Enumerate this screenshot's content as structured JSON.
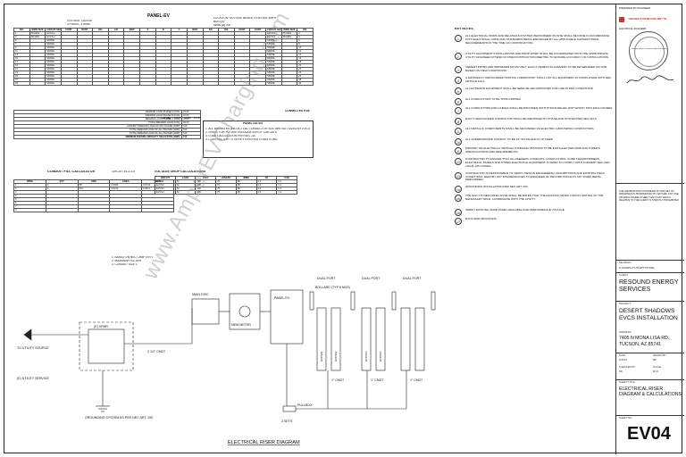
{
  "panel": {
    "title": "PANEL-EV",
    "voltage_label": "VOLTAGE:",
    "voltage": "120/208",
    "phase": "3 PHASE, 4 WIRE",
    "location": "LOCATION: OUTSIDE BESIDE EXISTING XMFR",
    "bus": "BUS (A):",
    "main": "MAIN (A):",
    "main_value": "200",
    "headers": [
      "NO.",
      "WIRE SIZE",
      "CIRCUIT DESCRIPTION",
      "CONT.",
      "NCNT",
      "M/L",
      "A/C",
      "BKR",
      "A",
      "B",
      "C",
      "BKR",
      "A/C",
      "M/L",
      "NCNT",
      "CONT.",
      "CIRCUIT DESCRIPTION",
      "WIRE SIZE",
      "NO."
    ],
    "rows": [
      [
        "1",
        "#8 AWG",
        "EVCS-1",
        "",
        "",
        "",
        "",
        "",
        "",
        "",
        "",
        "",
        "",
        "",
        "",
        "",
        "EVCS-1",
        "#8 AWG",
        "2"
      ],
      [
        "3",
        "#8 AWG",
        "EVCS-2",
        "",
        "",
        "",
        "",
        "",
        "",
        "",
        "",
        "",
        "",
        "",
        "",
        "",
        "EVCS-2",
        "#8 AWG",
        "4"
      ],
      [
        "5",
        "",
        "SPARE",
        "",
        "",
        "",
        "",
        "",
        "",
        "",
        "",
        "",
        "",
        "",
        "",
        "",
        "SPARE",
        "",
        "6"
      ],
      [
        "7",
        "",
        "SPARE",
        "",
        "",
        "",
        "",
        "",
        "",
        "",
        "",
        "",
        "",
        "",
        "",
        "",
        "SPARE",
        "",
        "8"
      ],
      [
        "9",
        "",
        "SPARE",
        "",
        "",
        "",
        "",
        "",
        "",
        "",
        "",
        "",
        "",
        "",
        "",
        "",
        "SPARE",
        "",
        "10"
      ],
      [
        "11",
        "",
        "SPARE",
        "",
        "",
        "",
        "",
        "",
        "",
        "",
        "",
        "",
        "",
        "",
        "",
        "",
        "SPARE",
        "",
        "12"
      ],
      [
        "13",
        "",
        "SPARE",
        "",
        "",
        "",
        "",
        "",
        "",
        "",
        "",
        "",
        "",
        "",
        "",
        "",
        "SPARE",
        "",
        "14"
      ],
      [
        "15",
        "",
        "SPARE",
        "",
        "",
        "",
        "",
        "",
        "",
        "",
        "",
        "",
        "",
        "",
        "",
        "",
        "SPARE",
        "",
        "16"
      ],
      [
        "17",
        "",
        "SPARE",
        "",
        "",
        "",
        "",
        "",
        "",
        "",
        "",
        "",
        "",
        "",
        "",
        "",
        "SPARE",
        "",
        "18"
      ],
      [
        "19",
        "",
        "SPARE",
        "",
        "",
        "",
        "",
        "",
        "",
        "",
        "",
        "",
        "",
        "",
        "",
        "",
        "SPARE",
        "",
        "20"
      ],
      [
        "21",
        "",
        "SPARE",
        "",
        "",
        "",
        "",
        "",
        "",
        "",
        "",
        "",
        "",
        "",
        "",
        "",
        "SPARE",
        "",
        "22"
      ],
      [
        "23",
        "",
        "SPARE",
        "",
        "",
        "",
        "",
        "",
        "",
        "",
        "",
        "",
        "",
        "",
        "",
        "",
        "SPARE",
        "",
        "24"
      ],
      [
        "25",
        "",
        "SPARE",
        "",
        "",
        "",
        "",
        "",
        "",
        "",
        "",
        "",
        "",
        "",
        "",
        "",
        "SPARE",
        "",
        "26"
      ],
      [
        "27",
        "",
        "SPARE",
        "",
        "",
        "",
        "",
        "",
        "",
        "",
        "",
        "",
        "",
        "",
        "",
        "",
        "SPARE",
        "",
        "28"
      ],
      [
        "29",
        "",
        "SPARE",
        "",
        "",
        "",
        "",
        "",
        "",
        "",
        "",
        "",
        "",
        "",
        "",
        "",
        "SPARE",
        "",
        "30"
      ]
    ],
    "load_summary": [
      [
        "DEMAND LOAD PHASE A (KVA):",
        "10.00"
      ],
      [
        "DEMAND LOAD PHASE B (KVA):",
        "10.00"
      ],
      [
        "DEMAND LOAD PHASE C (KVA):",
        "10.00"
      ],
      [
        "TOTAL DEMAND LOAD (KVA):",
        "30.00"
      ],
      [
        "LARGEST DEMAND LOAD OF ANY PHASE (AMP):",
        "120"
      ],
      [
        "TOTAL DEMAND LOAD OF ALL PHASES (AMP):",
        "120"
      ],
      [
        "TOTAL DEMAND LOAD OF ALL PHASES (AMP):",
        "120"
      ],
      [
        "MINIMUM FEEDER AMPACITY SELECTION (AMP):",
        "150"
      ]
    ],
    "total_label": "TOTAL",
    "totals": [
      "14.40",
      "14.40",
      "14.40"
    ],
    "connected_kva": "CONNECTED KVA",
    "panel_notes_title": "PANEL NOTES",
    "panel_notes": [
      "1. ALL BREAKERS AND ACTUAL CONDUCTOR SIZE ARE NOT SIZED BY EVCS",
      "2. SPACE FOR FUTURE INSTALLATION OF CIRCUITS",
      "3. LOAD CALCULATION PER NEC 220",
      "4. CONTRACTOR TO VERIFY EXISTING CONDITIONS"
    ]
  },
  "conduit": {
    "title": "CONDUIT FILL CALCULATOR",
    "subtitle": "CIRCUIT #1-2-3-4",
    "headers": [
      "WIRE",
      "QTY",
      "SIZE",
      "AREA",
      "TOTAL"
    ],
    "rows": [
      [
        "1",
        "2",
        "#8",
        "0.0366",
        "0.0732"
      ],
      [
        "2",
        "1",
        "#10",
        "0.0211",
        "0.0211"
      ],
      [
        "3",
        "",
        "",
        "",
        ""
      ],
      [
        "4",
        "",
        "",
        "",
        ""
      ],
      [
        "5",
        "",
        "",
        "",
        ""
      ],
      [
        "6",
        "",
        "",
        "",
        ""
      ],
      [
        "7",
        "",
        "",
        "",
        ""
      ],
      [
        "8",
        "",
        "",
        "",
        ""
      ]
    ],
    "notes": [
      "1. BASED ON NEC CHAPTER 9",
      "2. MAXIMUM FILL 40%",
      "3. CONDUIT SIZE 1\""
    ]
  },
  "vdrop": {
    "title": "VOLTAGE DROP CALCULATIONS",
    "headers": [
      "CIRCUIT",
      "LOAD",
      "VOLT",
      "LENGTH",
      "WIRE",
      "VD",
      "%VD"
    ],
    "rows": [
      [
        "EVCS1",
        "32",
        "208",
        "70",
        "#8",
        "2.4",
        "1.2"
      ],
      [
        "EVCS2",
        "32",
        "208",
        "70",
        "#8",
        "2.4",
        "1.2"
      ],
      [
        "EVCS3",
        "32",
        "208",
        "75",
        "#8",
        "2.6",
        "1.3"
      ],
      [
        "EVCS4",
        "32",
        "208",
        "75",
        "#8",
        "2.6",
        "1.3"
      ]
    ]
  },
  "key_notes": {
    "title": "KEY NOTES",
    "items": [
      "ALL ELECTRICAL WORK AND RELATED ACTIVITIES PERFORMED ON SITE SHALL BE DONE IN ACCORDANCE WITH ELECTRICAL CODE AND STANDARDS BEING ENFORCED BY ALL APPLICABLE JURISDICTIONAL REQUIREMENTS AT THE TIME OF CONSTRUCTION.",
      "UTILITY EQUIPMENT INSTALLATIONS AND PROP WORK SHALL BE COORDINATED WITH THE APPROPRIATE UTILITY ENGINEER ATTEND OF PRECONSTRUCTION MEETING TO ENSURE ACCURACY OF INSTALLATIONS.",
      "CEMENT PIPING ARE REPRESENTATIVE ONLY. EXACT CEMENT PLACEMENT TO BE DETERMINED ON SITE BASED ON FIELD CONDITIONS.",
      "A NATIONALLY RECOGNIZED TESTING LABORATORY SHALL LIST ALL EQUIPMENT IN COMPLIANCE WITH NEC ARTICLE 110.3",
      "ALL EXTERIOR EQUIPMENT SHALL BE NEMA 3R AND APPROVED FOR USE IN WET CONDITIONS.",
      "ALL CONDUCTORS TO BE THHN COPPER.",
      "ALL CONDUCTORS AND CABLES SHALL BE PROVIDED WITH STRAIN RELIEF WITH ENTRY INTO ENCLOSURES.",
      "EACH UNGROUNDED CONDUCTOR SHALL BE IDENTIFIED BY PHASE AND SYSTEM PER NEC 210.5",
      "ALL METALLIC COMPONENTS SHALL BE GROUNDED VIA ELECTRIC GROUNDING CONDUCTORS.",
      "ALL UNDERGROUND CONDUIT TO BE 24\" INSTALLED AT 18\" DEEP.",
      "PRIMARY OR ELECTRICAL VEHICLE CHARGING STATIONS TO BE INSTALLED PER MANUFACTURER'S SPECIFICATIONS AND REQUIREMENTS.",
      "CONTRACTOR TO ENSURE THAT ALL FEEDERS, CONDUITS, CONDUCTORS, CORE TRANSFORMERS, ELECTRICAL PANELS AND OTHER ELECTRICAL EQUIPMENT IS SIZED TO COMPLY WITH CURRENT NEC AND LOCAL AHJ CODES.",
      "CONTRACTOR IS RESPONSIBLE TO VERIFY DESIGN ENGINEERING ASSUMPTIONS AND EXISTING FIELD CONDITIONS. REPORT ANY DISCREPANCIES TO ENGINEER OF RECORD PRIOR TO ANY WORK BEING PERFORMED.",
      "GROUNDING INSTALLATION PER NEC ART. 250",
      "THE NAIC OF NEW PANEL EVSE SHALL BE RATED THAT THE EXISTING SHORT CIRCUIT RATING OF THE NECESSARY SPAN. COORDINATE WITH THE UTILITY.",
      "VERIFY EXISTING XFMR PANEL AVAILABLE AND PERFORMANCE VOLTAGE.",
      "EVCS SPECIFICATIONS"
    ]
  },
  "riser": {
    "title": "ELECTRICAL RISER DIAGRAM",
    "utility": "TO UTILITY SOURCE",
    "utility_service": "(E) UTILITY SERVICE",
    "xfmr": "(E) XFMR",
    "main_disc": "MAIN DISC",
    "panel_ev": "PANEL EV",
    "meter": "NEW METER",
    "grounding": "GROUNDING SYSTEM AS PER NEC ART. 250",
    "conduit_note": "2 1/2\" CNDT",
    "pullbox": "PULLBOX",
    "bollard": "BOLLARD (TYP 8 NOS)",
    "ports": [
      "DUAL PORT",
      "DUAL PORT",
      "DUAL PORT"
    ],
    "chargers": [
      "EVCS01",
      "EVCS02",
      "EVCS03",
      "EVCS04"
    ],
    "run_notes": [
      "1\" CNDT",
      "1\" CNDT",
      "1\" CNDT"
    ],
    "sets": "3 SETS"
  },
  "title_block": {
    "prepared_by": "PREPARED BY ENGINEER",
    "firm": "DURAB EVKIM ERCAN P.E.",
    "firm_sub": "ELECTRICAL ENGINEER",
    "seal": "REGISTERED PROFESSIONAL ENGINEER",
    "disclaimer": "THE INFORMATION CONTAINED IN THIS SET OF DRAWINGS IS PROPRIETARY BY NATURE. ANY USE OR DISCLOSURE OTHER THAN THAT WHICH RELATES TO THE CLIENT IS STRICTLY PROHIBITED.",
    "revision_label": "REVISION",
    "revision": "0   ISSUED FOR APPROVAL",
    "client_label": "CLIENT:",
    "client": "RESOUND ENERGY SERVICES",
    "project_label": "PROJECT:",
    "project": "DESERT SHADOWS EVCS INSTALLATION",
    "address_label": "ADDRESS:",
    "address": "7405 N MONA LISA RD.,",
    "city": "TUCSON, AZ 85741",
    "info": [
      [
        "DATE:",
        "XX/XX"
      ],
      [
        "DRAWN BY:",
        "BH"
      ],
      [
        "CHECKED BY:",
        "KE"
      ],
      [
        "SCALE:",
        "NTS"
      ]
    ],
    "sheet_title_label": "SHEET TITLE:",
    "sheet_title": "ELECTRICAL RISER DIAGRAM & CALCULATIONS",
    "sheet_no_label": "SHEET NO:",
    "sheet_no": "EV04"
  },
  "watermark": "www.AmperEVCharging.com"
}
